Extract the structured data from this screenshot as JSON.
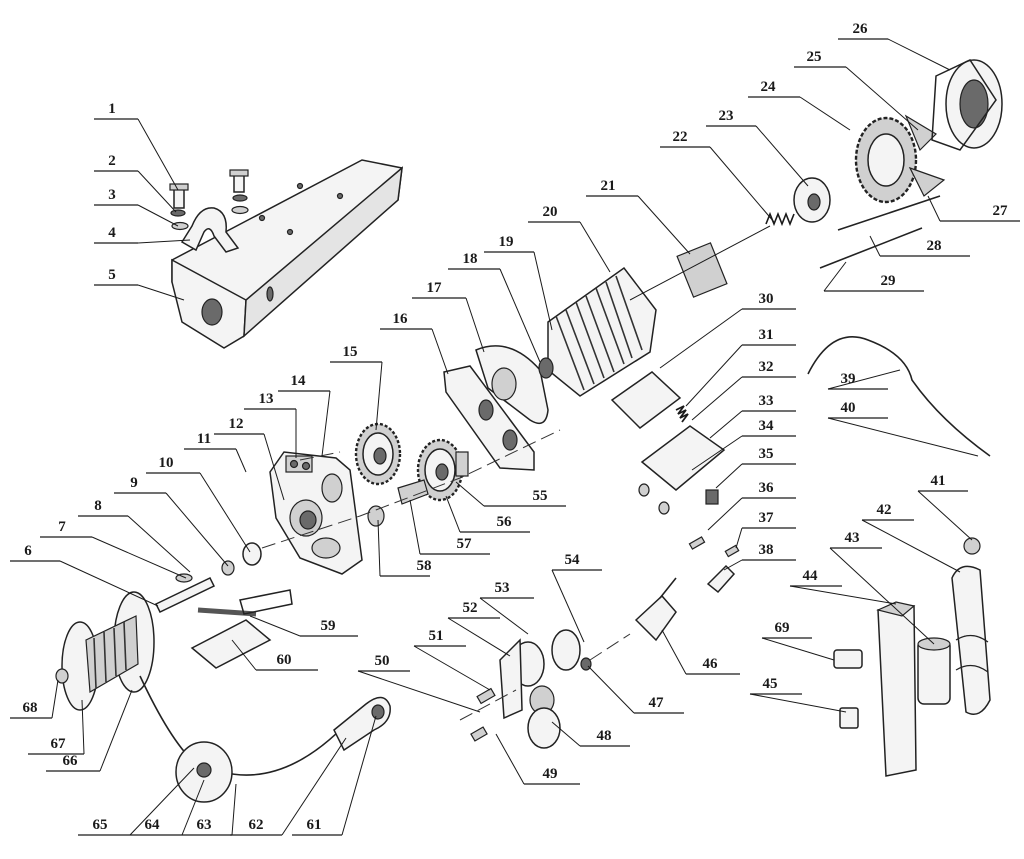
{
  "labels": [
    "1",
    "2",
    "3",
    "4",
    "5",
    "6",
    "7",
    "8",
    "9",
    "10",
    "11",
    "12",
    "13",
    "14",
    "15",
    "16",
    "17",
    "18",
    "19",
    "20",
    "21",
    "22",
    "23",
    "24",
    "25",
    "26",
    "27",
    "28",
    "29",
    "30",
    "31",
    "32",
    "33",
    "34",
    "35",
    "36",
    "37",
    "38",
    "39",
    "40",
    "41",
    "42",
    "43",
    "44",
    "45",
    "46",
    "47",
    "48",
    "49",
    "50",
    "51",
    "52",
    "53",
    "54",
    "55",
    "56",
    "57",
    "58",
    "59",
    "60",
    "61",
    "62",
    "63",
    "64",
    "65",
    "66",
    "67",
    "68",
    "69"
  ],
  "line_color": "#1a1a1a",
  "background": "#ffffff"
}
